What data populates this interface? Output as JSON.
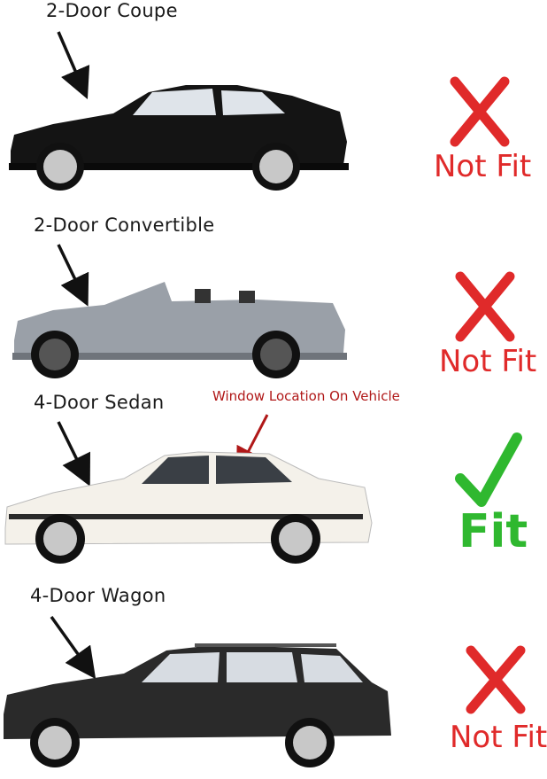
{
  "rows": [
    {
      "label": "2-Door Coupe",
      "verdict": "Not Fit",
      "body_color": "#141414"
    },
    {
      "label": "2-Door Convertible",
      "verdict": "Not Fit",
      "body_color": "#9aa0a8"
    },
    {
      "label": "4-Door Sedan",
      "verdict": "Fit",
      "body_color": "#f4f1ea"
    },
    {
      "label": "4-Door Wagon",
      "verdict": "Not Fit",
      "body_color": "#2a2a2a"
    }
  ],
  "annotation": "Window Location On Vehicle",
  "colors": {
    "not_fit": "#e02a2a",
    "fit": "#2fb82f",
    "annotation": "#b01818"
  }
}
